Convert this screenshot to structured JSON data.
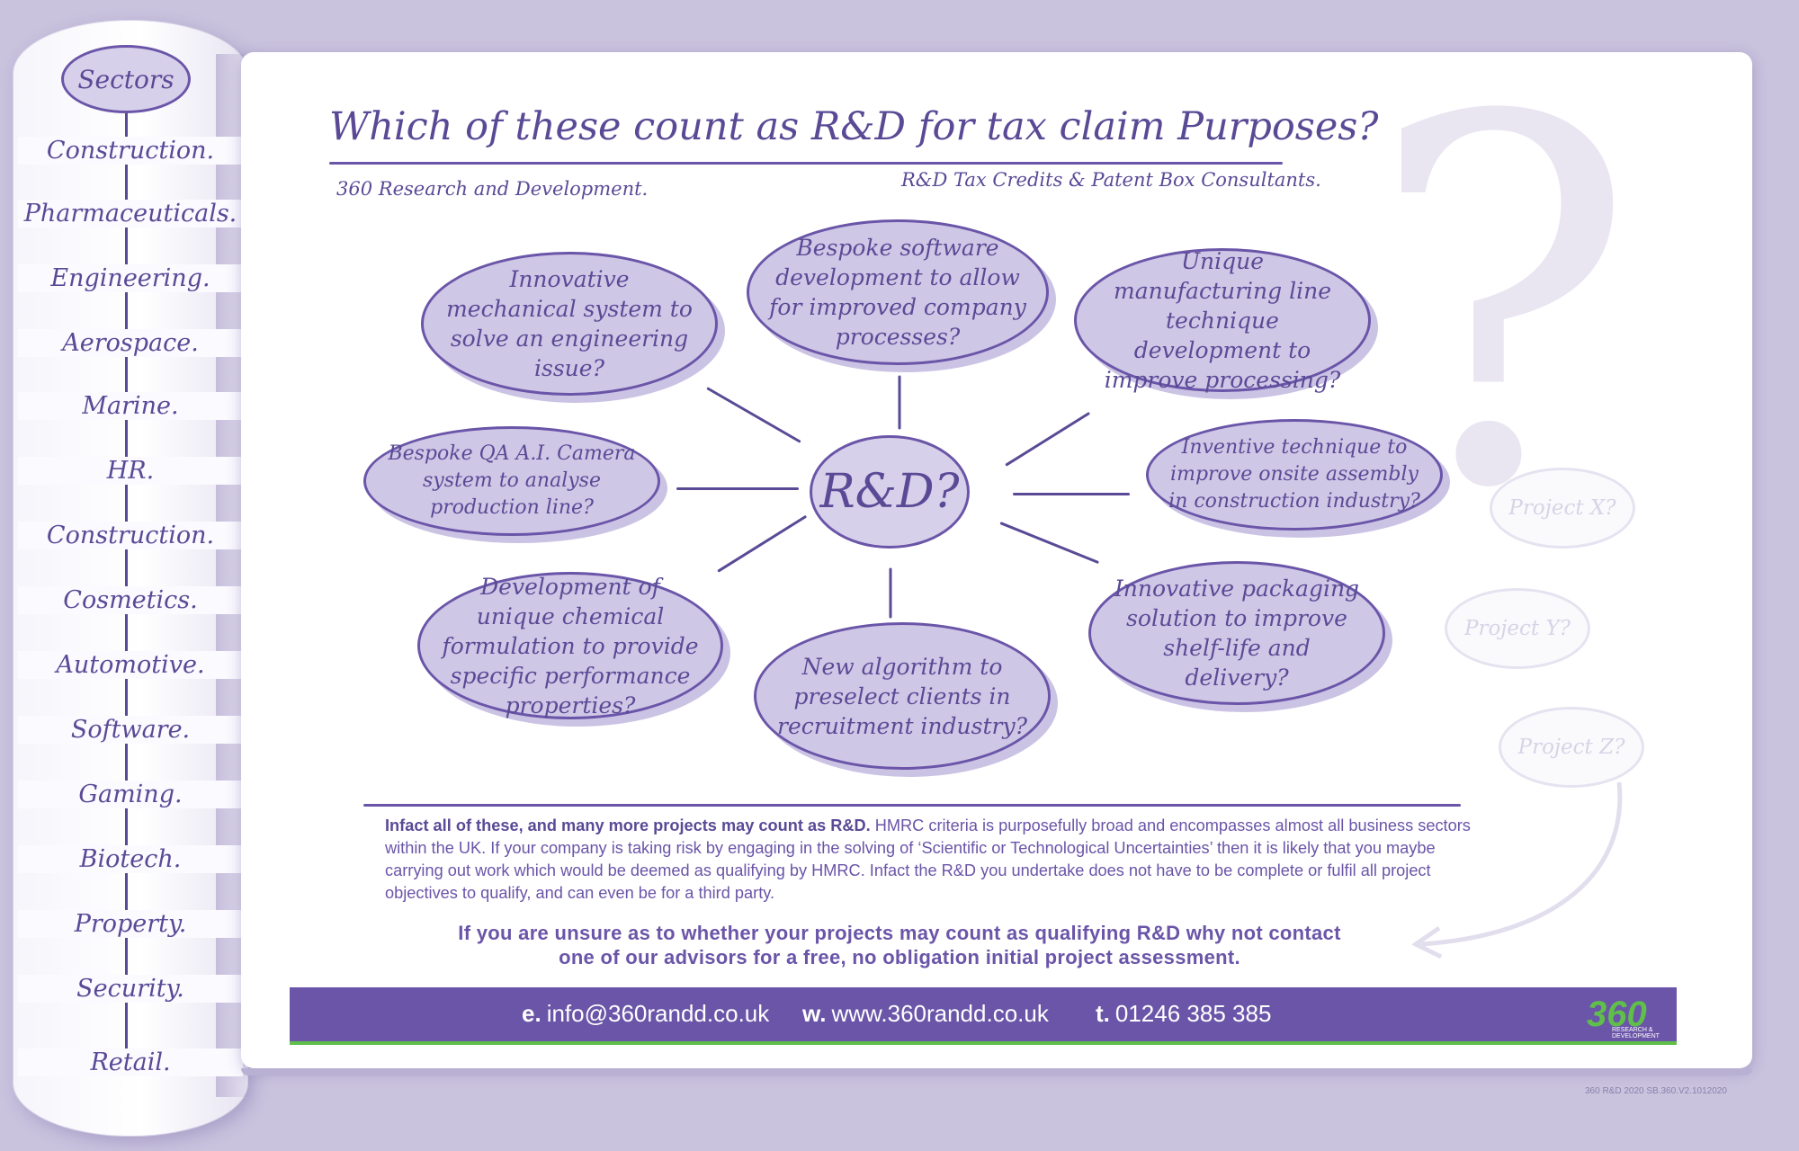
{
  "sidebar": {
    "heading": "Sectors",
    "items": [
      "Construction.",
      "Pharmaceuticals.",
      "Engineering.",
      "Aerospace.",
      "Marine.",
      "HR.",
      "Construction.",
      "Cosmetics.",
      "Automotive.",
      "Software.",
      "Gaming.",
      "Biotech.",
      "Property.",
      "Security.",
      "Retail."
    ]
  },
  "header": {
    "title": "Which of these count as R&D for tax claim Purposes?",
    "company": "360 Research and Development.",
    "tagline": "R&D Tax Credits & Patent Box Consultants."
  },
  "diagram": {
    "center": "R&D?",
    "bubbles": [
      "Innovative mechanical system to solve an engineering issue?",
      "Bespoke software development to allow for improved company processes?",
      "Unique manufacturing line technique development to improve processing?",
      "Bespoke QA A.I. Camera system to analyse production line?",
      "Inventive technique to improve onsite assembly in construction industry?",
      "Development of unique chemical formulation to provide specific performance properties?",
      "New algorithm to preselect clients in recruitment industry?",
      "Innovative packaging solution to improve shelf-life and delivery?"
    ],
    "projects": [
      "Project X?",
      "Project Y?",
      "Project Z?"
    ]
  },
  "body": {
    "lead": "Infact all of these, and many more projects may count as R&D.",
    "text": " HMRC criteria is purposefully broad and encompasses almost all business sectors within the UK. If your company is taking risk by engaging in the solving of ‘Scientific or Technological Uncertainties’ then it is likely that you maybe carrying out work which would be deemed as qualifying by HMRC. Infact the R&D you undertake does not have to be complete or fulfil all project objectives to qualify, and can even be for a third party.",
    "cta_line1": "If you are unsure as to whether your projects may count as qualifying R&D why not contact",
    "cta_line2": "one of our advisors for a free, no obligation initial project assessment."
  },
  "footer": {
    "email_prefix": "e.",
    "email": "info@360randd.co.uk",
    "web_prefix": "w.",
    "web": "www.360randd.co.uk",
    "phone_prefix": "t.",
    "phone": "01246 385 385",
    "logo": "360",
    "logo_sub1": "RESEARCH &",
    "logo_sub2": "DEVELOPMENT",
    "meta": "360 R&D 2020   SB.360.V2.1012020"
  },
  "colors": {
    "accent": "#6a55a8",
    "bubble": "#cfc7e6",
    "green": "#5fbf4a",
    "background": "#c9c3de"
  }
}
